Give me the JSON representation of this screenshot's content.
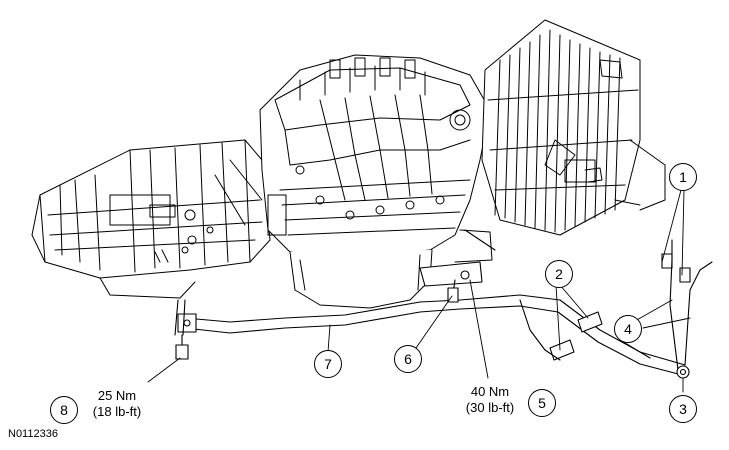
{
  "callouts": [
    "1",
    "2",
    "3",
    "4",
    "5",
    "6",
    "7",
    "8"
  ],
  "torque_specs": {
    "spec_8": {
      "nm": "25 Nm",
      "lbft": "(18 lb-ft)"
    },
    "spec_5": {
      "nm": "40 Nm",
      "lbft": "(30 lb-ft)"
    }
  },
  "figure_id": "N0112336",
  "colors": {
    "line": "#000000",
    "background": "#ffffff"
  }
}
